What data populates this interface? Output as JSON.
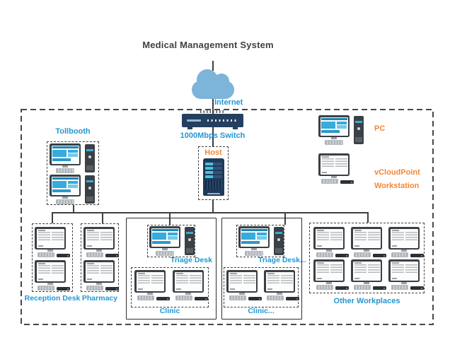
{
  "title": "Medical Management System",
  "network": {
    "internet_label": "Internet",
    "switch_label": "1000Mbps Switch",
    "host_label": "Host"
  },
  "groups": [
    {
      "label": "Tollbooth",
      "device": "pc",
      "count": 2
    },
    {
      "label": "Reception Desk",
      "device": "workstation",
      "count": 2
    },
    {
      "label": "Pharmacy",
      "device": "workstation",
      "count": 2
    },
    {
      "label": "Triage Desk",
      "device": "pc",
      "count": 1
    },
    {
      "label": "Clinic",
      "device": "workstation",
      "count": 2
    },
    {
      "label": "Triage Desk...",
      "device": "pc",
      "count": 1
    },
    {
      "label": "Clinic...",
      "device": "workstation",
      "count": 2
    },
    {
      "label": "Other Workplaces",
      "device": "workstation",
      "count": 6
    }
  ],
  "legend": [
    {
      "label": "PC",
      "device": "pc",
      "icon": "pc-icon"
    },
    {
      "label": "vCloudPoint Workstation",
      "device": "workstation",
      "icon": "workstation-icon"
    }
  ],
  "colors": {
    "label_blue": "#2397d3",
    "label_orange": "#f58634",
    "device_navy": "#24405f",
    "cloud_blue": "#7db4d9",
    "screen_blue": "#36abdc",
    "line_gray": "#3f3f3f"
  }
}
